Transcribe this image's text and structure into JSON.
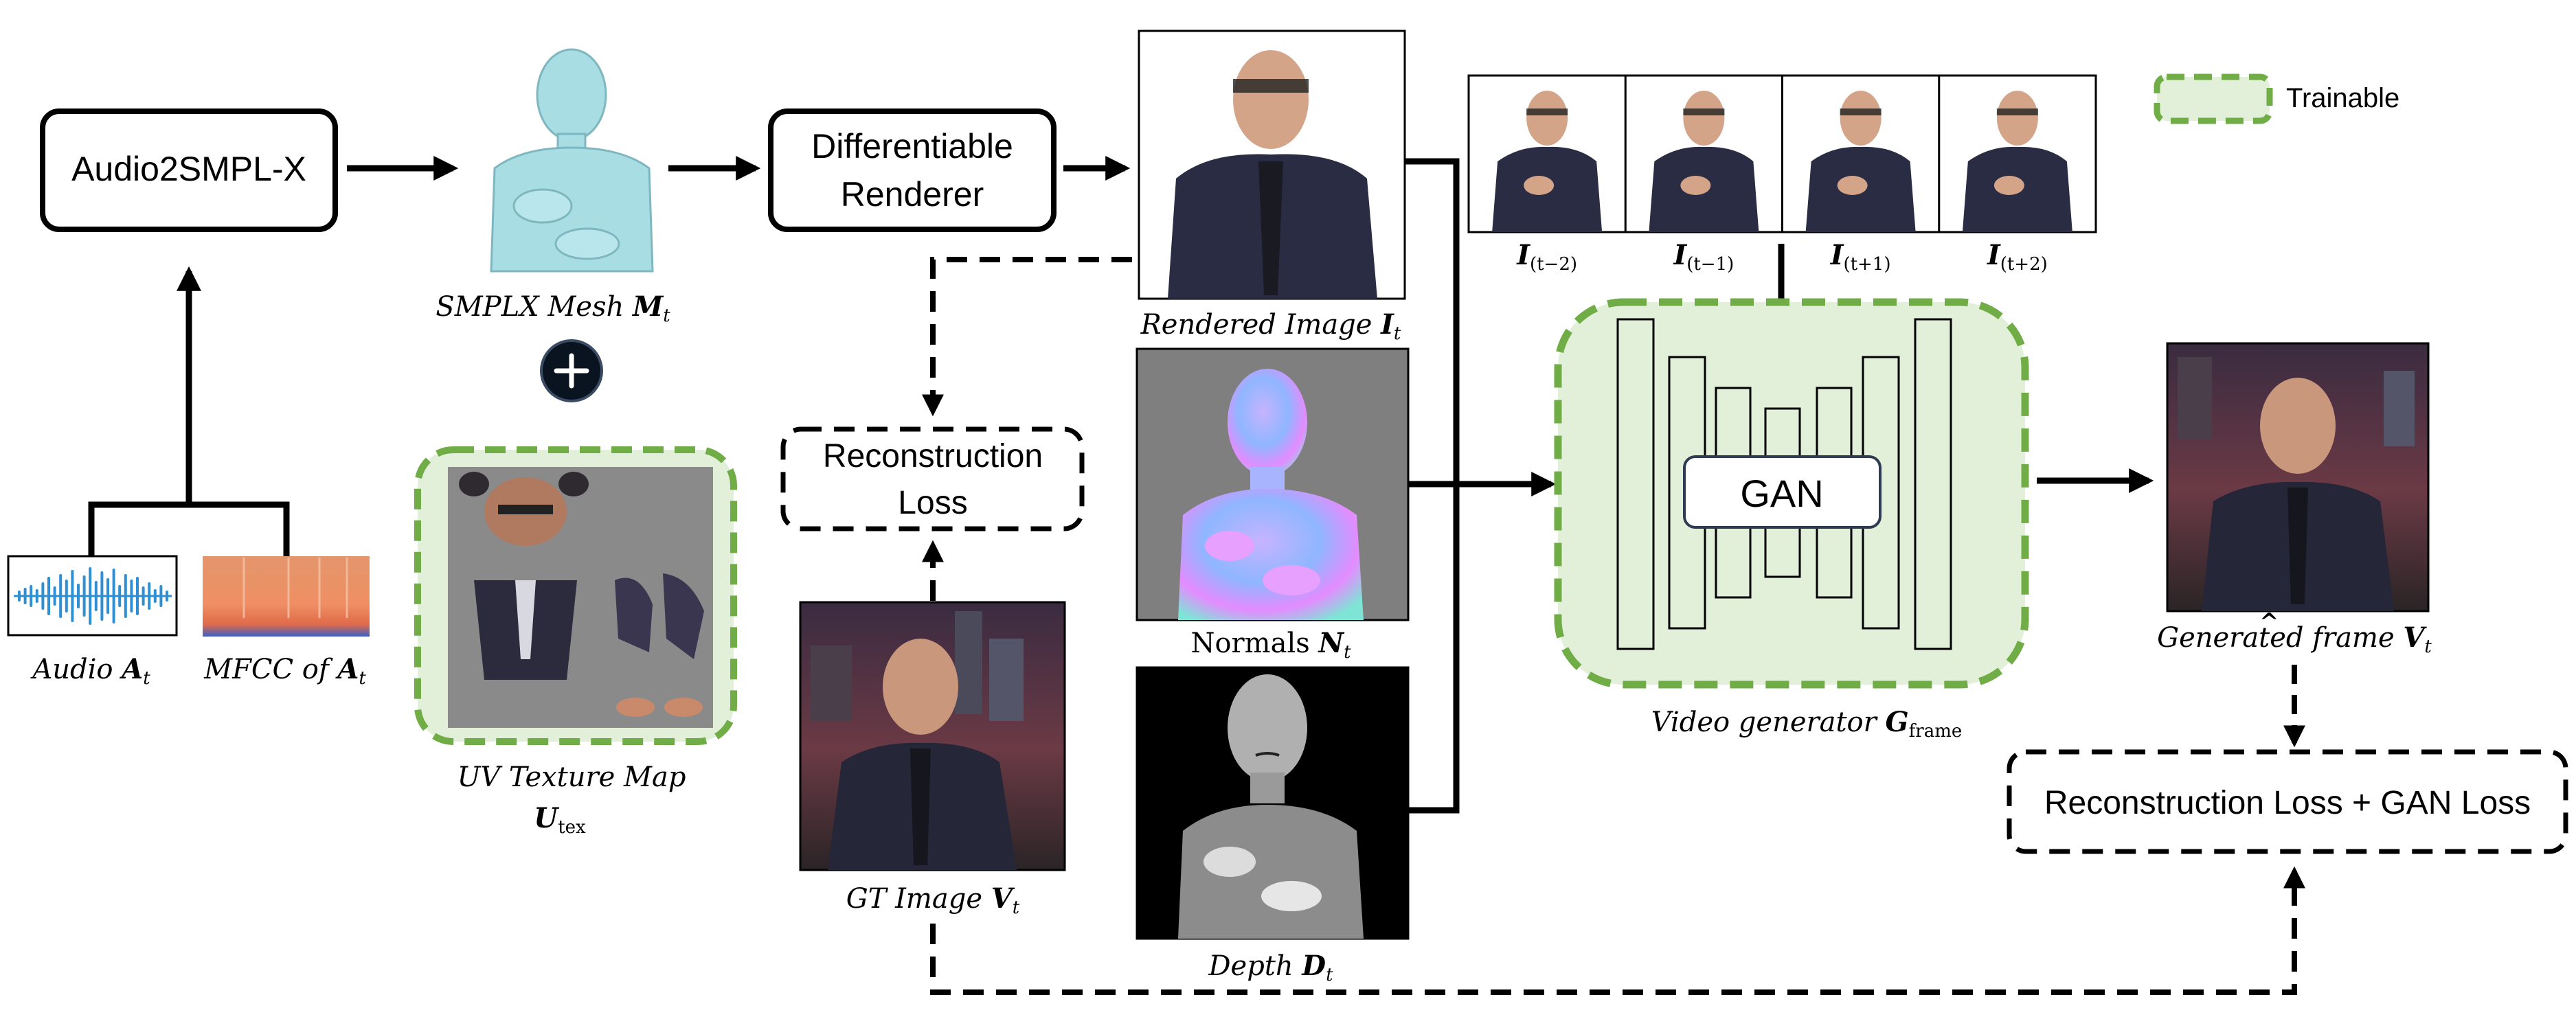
{
  "legend": {
    "label": "Trainable",
    "fill": "#e2efd9",
    "border": "#70ad47"
  },
  "colors": {
    "trainable_fill": "#e2efd9",
    "trainable_border": "#70ad47",
    "arrow": "#000000",
    "waveform": "#2e8fd4",
    "normals_bg": "#7f7f7f"
  },
  "boxes": {
    "audio2smplx": "Audio2SMPL-X",
    "renderer_line1": "Differentiable",
    "renderer_line2": "Renderer",
    "recon_loss_line1": "Reconstruction",
    "recon_loss_line2": "Loss",
    "gan": "GAN",
    "final_loss": "Reconstruction Loss + GAN Loss"
  },
  "labels": {
    "audio": {
      "text": "Audio",
      "sym": "A",
      "sub": "t"
    },
    "mfcc": {
      "text": "MFCC of",
      "sym": "A",
      "sub": "t"
    },
    "smplx_mesh": {
      "text": "SMPLX Mesh",
      "sym": "M",
      "sub": "t"
    },
    "uv_texture": {
      "line1": "UV Texture Map",
      "sym": "U",
      "sub": "tex"
    },
    "rendered_image": {
      "text": "Rendered Image",
      "sym": "I",
      "sub": "t"
    },
    "normals": {
      "text": "Normals",
      "sym": "N",
      "sub": "t"
    },
    "depth": {
      "text": "Depth",
      "sym": "D",
      "sub": "t"
    },
    "gt_image": {
      "text": "GT Image",
      "sym": "V",
      "sub": "t"
    },
    "video_generator": {
      "text": "Video generator",
      "sym": "G",
      "sub": "frame"
    },
    "generated_frame": {
      "text": "Generated frame",
      "sym": "V",
      "hat": "^",
      "sub": "t"
    },
    "neighbor_frames": [
      {
        "sym": "I",
        "sub": "(t−2)"
      },
      {
        "sym": "I",
        "sub": "(t−1)"
      },
      {
        "sym": "I",
        "sub": "(t+1)"
      },
      {
        "sym": "I",
        "sub": "(t+2)"
      }
    ]
  },
  "icons": {
    "plus": "plus-icon"
  }
}
